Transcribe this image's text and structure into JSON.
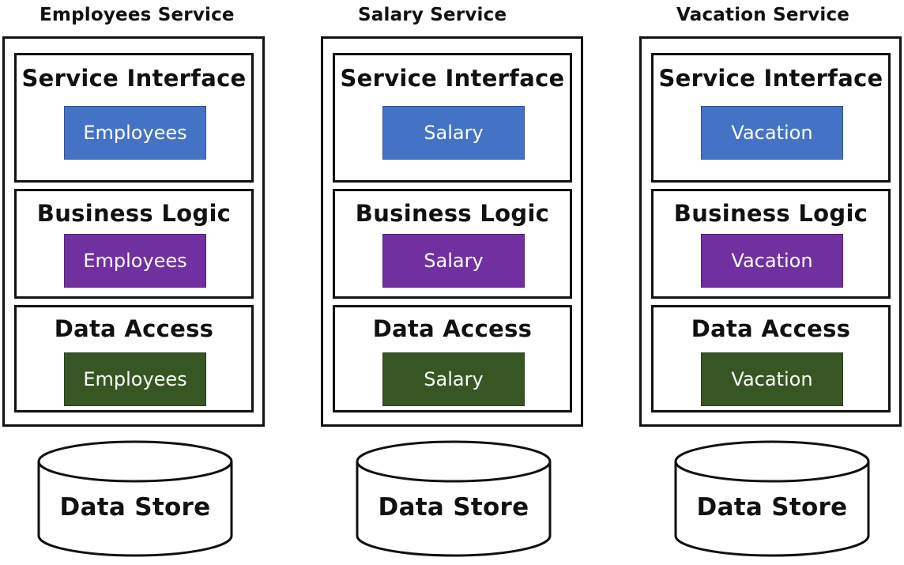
{
  "services": [
    {
      "title": "Employees Service",
      "service_interface": {
        "title": "Service Interface",
        "component": "Employees"
      },
      "business_logic": {
        "title": "Business Logic",
        "component": "Employees"
      },
      "data_access": {
        "title": "Data Access",
        "component": "Employees"
      },
      "data_store": "Data Store"
    },
    {
      "title": "Salary Service",
      "service_interface": {
        "title": "Service Interface",
        "component": "Salary"
      },
      "business_logic": {
        "title": "Business Logic",
        "component": "Salary"
      },
      "data_access": {
        "title": "Data Access",
        "component": "Salary"
      },
      "data_store": "Data Store"
    },
    {
      "title": "Vacation Service",
      "service_interface": {
        "title": "Service Interface",
        "component": "Vacation"
      },
      "business_logic": {
        "title": "Business Logic",
        "component": "Vacation"
      },
      "data_access": {
        "title": "Data Access",
        "component": "Vacation"
      },
      "data_store": "Data Store"
    }
  ],
  "colors": {
    "service_interface": "#4472c4",
    "business_logic": "#7030a0",
    "data_access": "#375623"
  }
}
